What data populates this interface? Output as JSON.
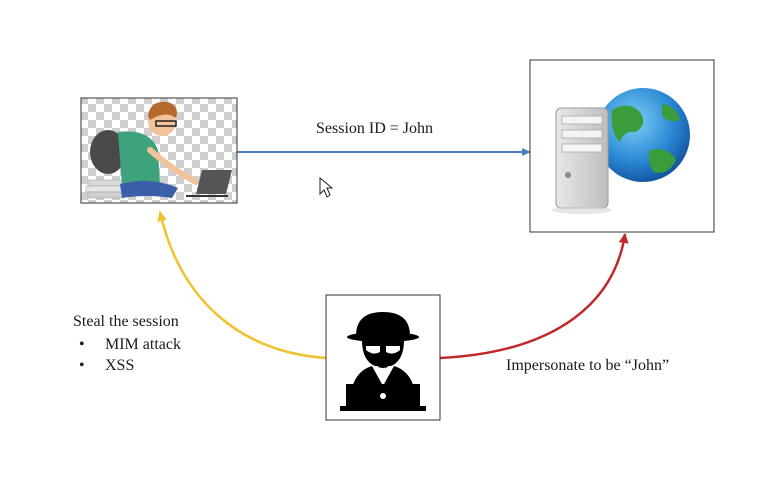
{
  "labels": {
    "session_id": "Session ID = John",
    "steal_title": "Steal the session",
    "steal_items": [
      "MIM attack",
      "XSS"
    ],
    "impersonate": "Impersonate to be “John”"
  },
  "icons": {
    "user": "student-with-laptop-icon",
    "server": "web-server-globe-icon",
    "attacker": "hacker-icon"
  },
  "colors": {
    "session_arrow": "#4a7fc1",
    "steal_arrow": "#f2c12e",
    "impersonate_arrow": "#c0282c"
  }
}
